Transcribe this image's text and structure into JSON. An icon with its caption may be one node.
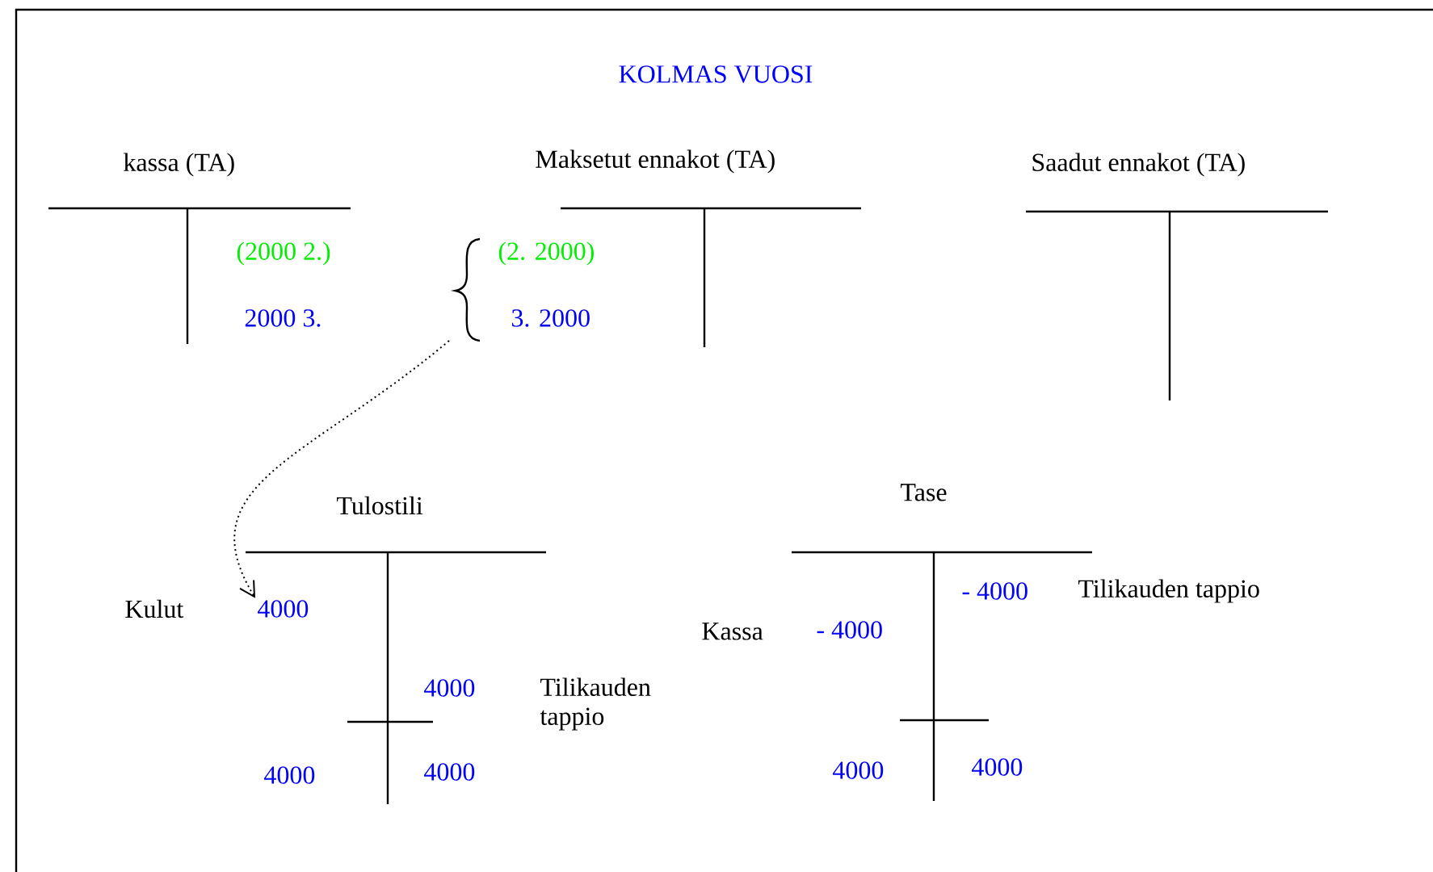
{
  "diagram": {
    "title": "KOLMAS VUOSI",
    "nodes": [
      {
        "text": [],
        "shape": "brace"
      },
      {
        "text": [
          "4000"
        ]
      }
    ],
    "edges": [
      {
        "from": 0,
        "to": 1,
        "arrow": "to",
        "style": "dashed"
      }
    ],
    "labels": [
      "kassa (TA)",
      "Maksetut ennakot (TA)",
      "Saadut ennakot (TA)",
      "(2000 2.)",
      "(2. 2000)",
      "2000 3.",
      "3. 2000",
      "Tulostili",
      "Tase",
      "- 4000",
      "Tilikauden tappio",
      "Kulut",
      "Kassa",
      "- 4000",
      "4000",
      "Tilikauden tappio",
      "4000",
      "4000",
      "4000",
      "4000"
    ]
  }
}
